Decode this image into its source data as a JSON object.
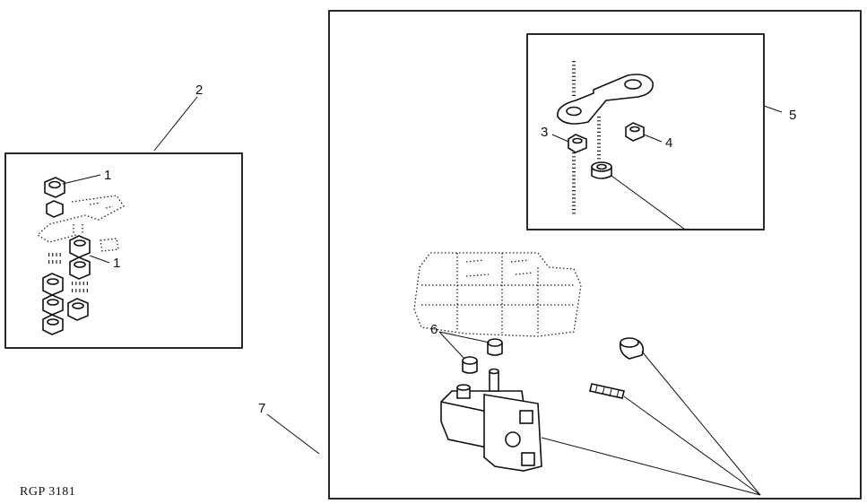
{
  "callouts": {
    "c1a": "1",
    "c1b": "1",
    "c2": "2",
    "c3": "3",
    "c4": "4",
    "c5": "5",
    "c6": "6",
    "c7": "7"
  },
  "figure_code": "RGP 3181"
}
